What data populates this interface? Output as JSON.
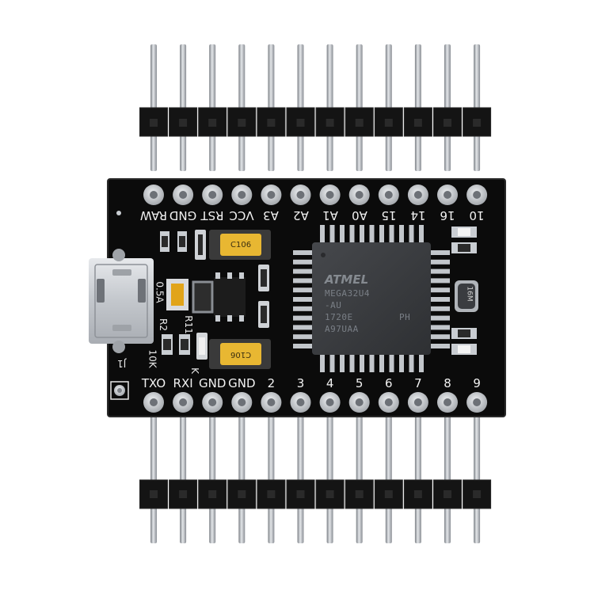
{
  "pins": {
    "top": [
      "RAW",
      "GND",
      "RST",
      "VCC",
      "A3",
      "A2",
      "A1",
      "A0",
      "15",
      "14",
      "16",
      "10"
    ],
    "bottom": [
      "TXO",
      "RXI",
      "GND",
      "GND",
      "2",
      "3",
      "4",
      "5",
      "6",
      "7",
      "8",
      "9"
    ]
  },
  "chip": {
    "brand": "ATMEL",
    "part": "MEGA32U4",
    "suffix": "-AU",
    "date": "1720E",
    "lot": "A97UAA",
    "code": "PH"
  },
  "capacitors": [
    "C106",
    "C106"
  ],
  "silkscreen": {
    "fuse": "0.5A",
    "r2": "R2",
    "r11": "R11",
    "r10k": "10K",
    "j1": "J1",
    "crystal": "16M",
    "k": "K"
  },
  "colors": {
    "board": "#0b0b0b",
    "pad": "#c9cdd2",
    "pin_metal": "#b8bcc1",
    "header_plastic": "#141414",
    "chip_body": "#3c3e42",
    "tantalum": "#e8b732"
  }
}
